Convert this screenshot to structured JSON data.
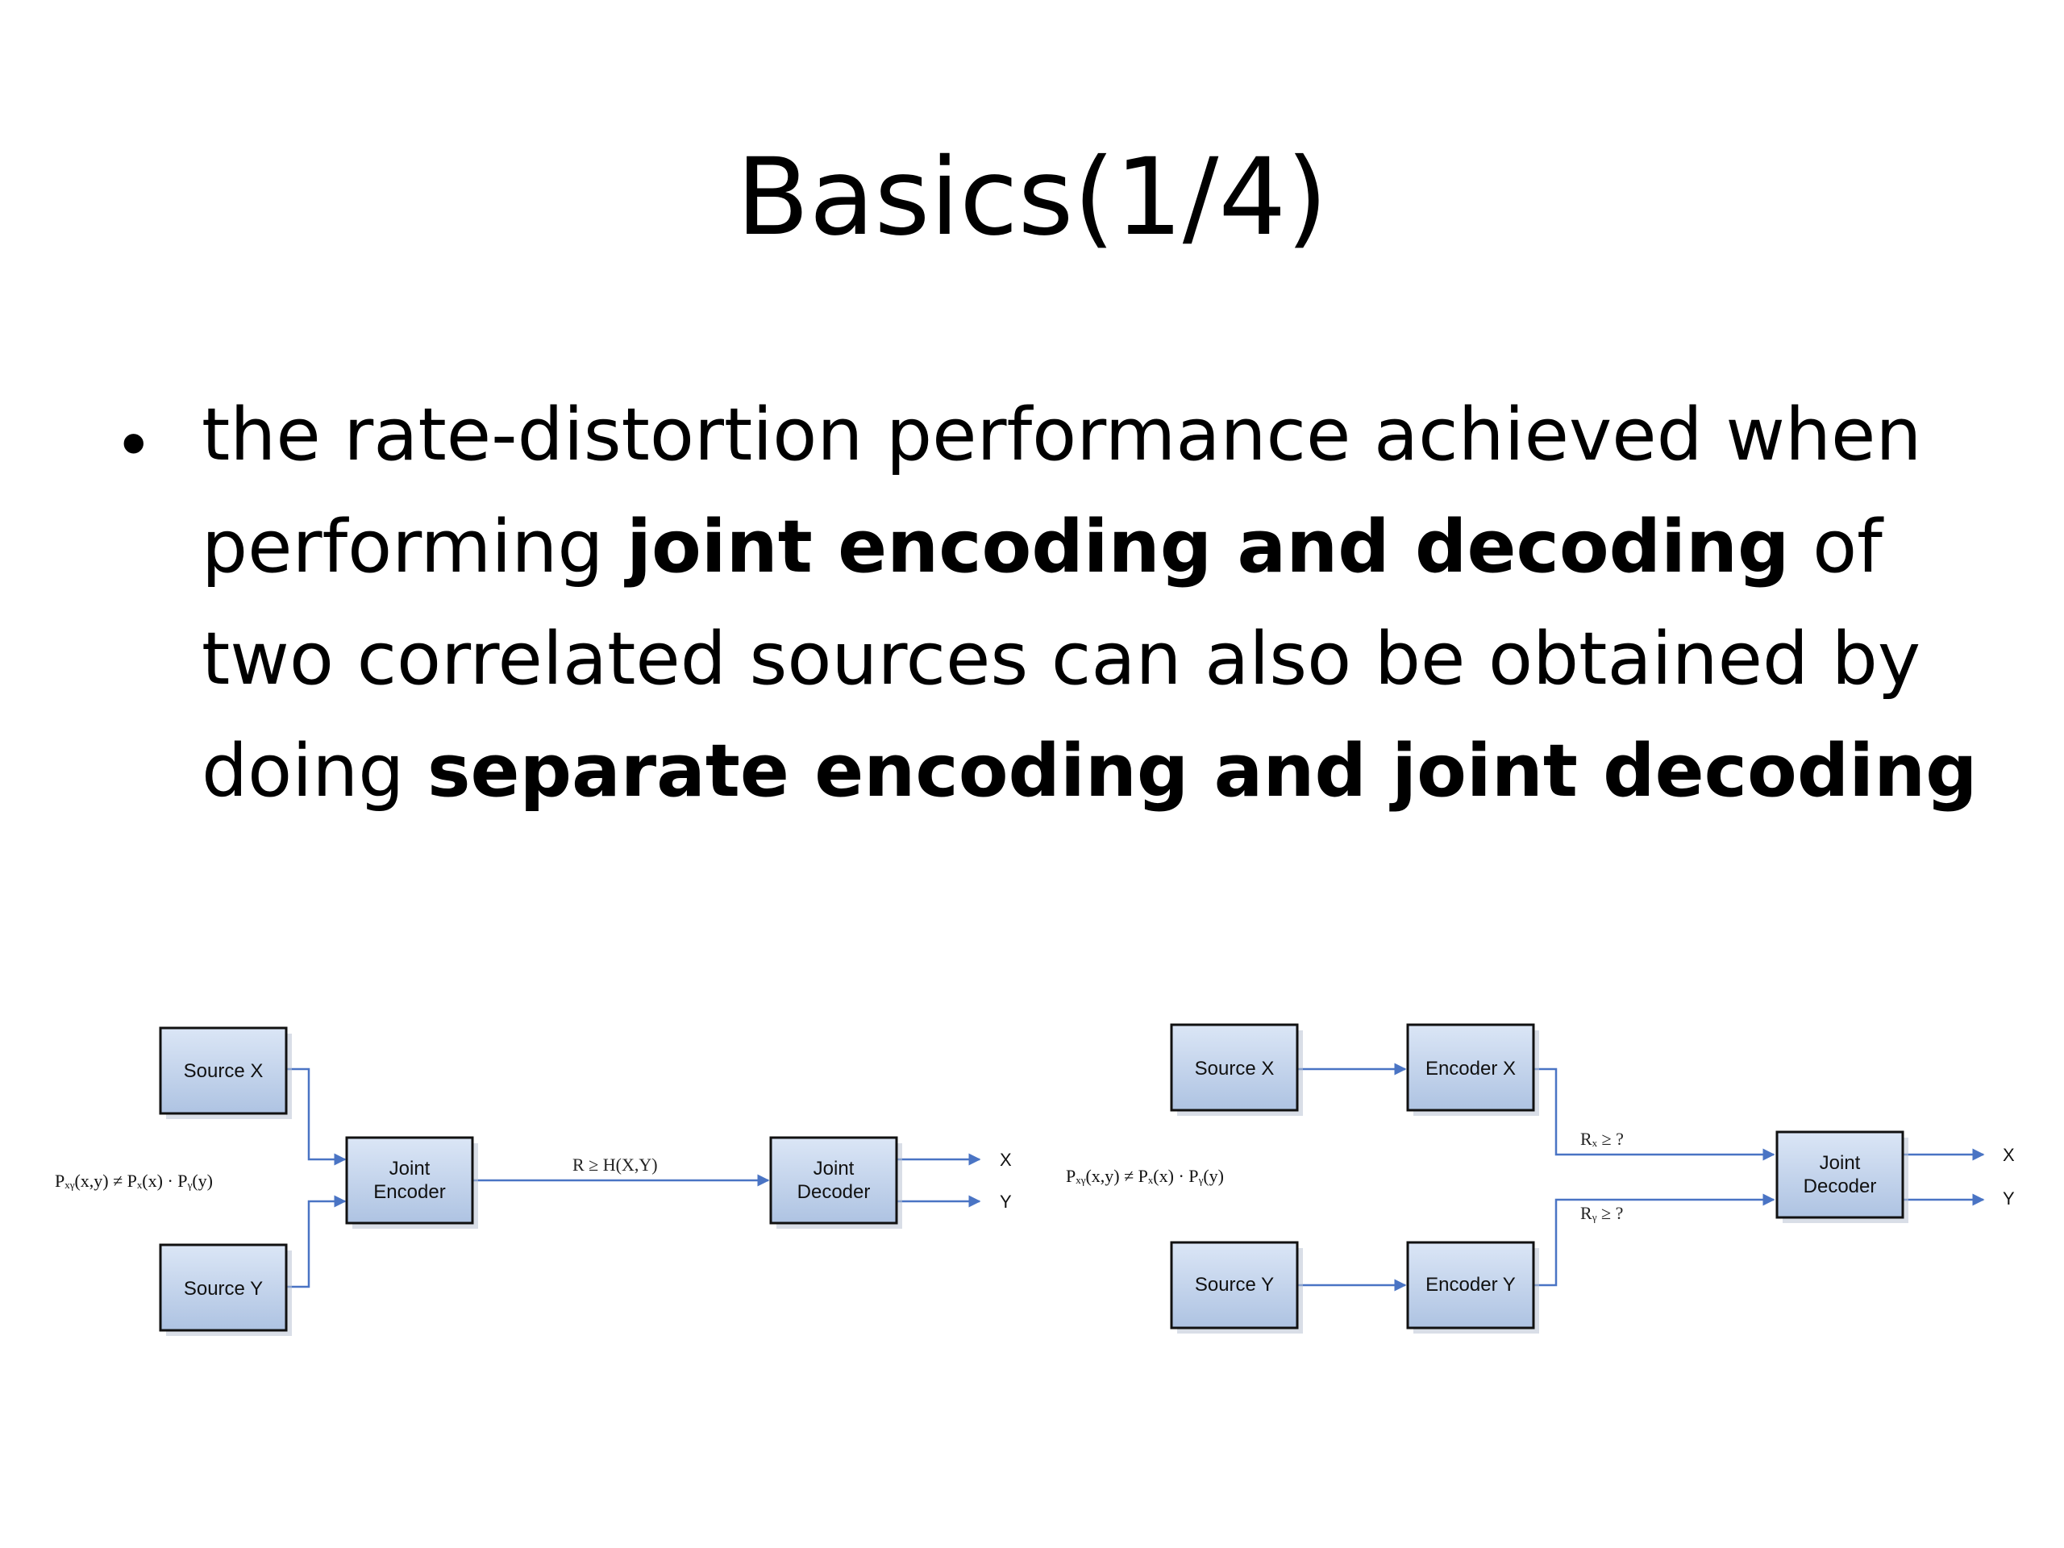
{
  "slide": {
    "title": "Basics(1/4)",
    "bullet": {
      "segments": [
        {
          "text": "the rate-distortion performance achieved when performing ",
          "bold": false
        },
        {
          "text": "joint encoding and decoding",
          "bold": true
        },
        {
          "text": " of two correlated sources can also be obtained by doing ",
          "bold": false
        },
        {
          "text": "separate encoding and joint decoding",
          "bold": true
        }
      ]
    }
  },
  "diagram_left": {
    "distribution_label": "Pₓᵧ(x,y) ≠ Pₓ(x) · Pᵧ(y)",
    "source_x": "Source X",
    "source_y": "Source Y",
    "encoder": [
      "Joint",
      "Encoder"
    ],
    "rate_label": "R ≥ H(X,Y)",
    "decoder": [
      "Joint",
      "Decoder"
    ],
    "output_x": "X",
    "output_y": "Y"
  },
  "diagram_right": {
    "distribution_label": "Pₓᵧ(x,y) ≠ Pₓ(x) · Pᵧ(y)",
    "source_x": "Source X",
    "source_y": "Source Y",
    "encoder_x": "Encoder X",
    "encoder_y": "Encoder Y",
    "rate_x_label": "Rₓ ≥ ?",
    "rate_y_label": "Rᵧ ≥ ?",
    "decoder": [
      "Joint",
      "Decoder"
    ],
    "output_x": "X",
    "output_y": "Y"
  },
  "colors": {
    "wire": "#4a74c4",
    "box_top": "#dbe6f6",
    "box_bottom": "#aec3e2",
    "box_border": "#111111"
  }
}
